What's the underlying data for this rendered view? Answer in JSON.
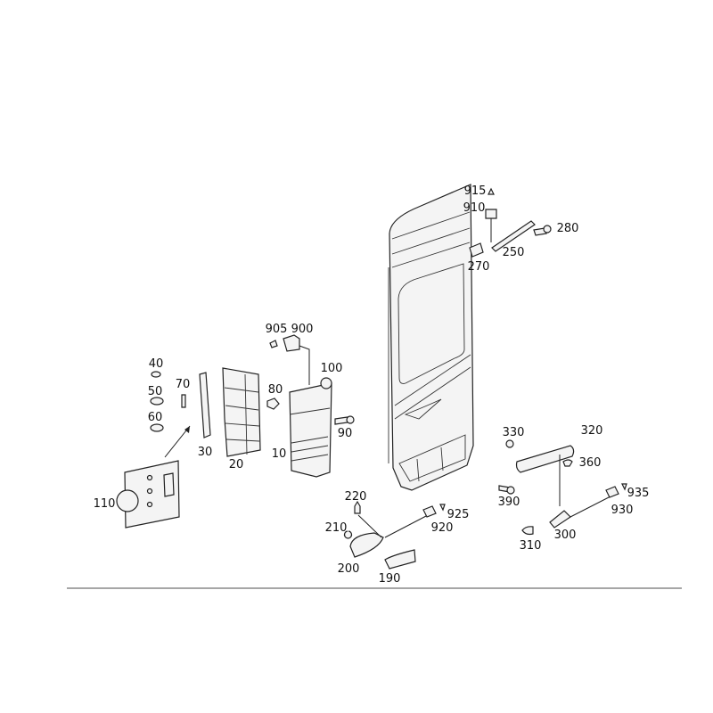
{
  "diagram": {
    "type": "exploded parts diagram",
    "callouts": [
      "915",
      "910",
      "280",
      "250",
      "270",
      "905",
      "900",
      "100",
      "40",
      "70",
      "80",
      "50",
      "60",
      "90",
      "30",
      "20",
      "10",
      "330",
      "320",
      "360",
      "390",
      "935",
      "930",
      "110",
      "220",
      "210",
      "925",
      "920",
      "200",
      "190",
      "310",
      "300"
    ]
  },
  "colors": {
    "line": "#222222",
    "divider": "#888888",
    "background": "#ffffff"
  }
}
